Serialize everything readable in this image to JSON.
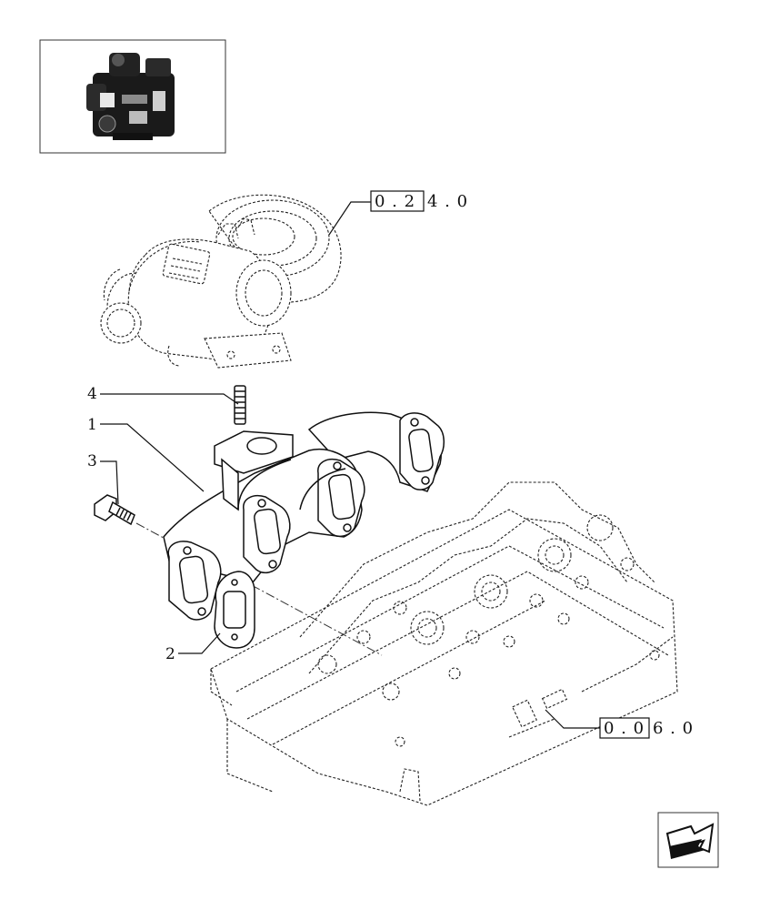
{
  "callouts": [
    {
      "id": "1",
      "text": "1"
    },
    {
      "id": "2",
      "text": "2"
    },
    {
      "id": "3",
      "text": "3"
    },
    {
      "id": "4",
      "text": "4"
    }
  ],
  "references": {
    "turbo": {
      "boxed": "0 . 2",
      "rest": "4 . 0"
    },
    "head": {
      "boxed": "0 . 0",
      "rest": "6 . 0"
    }
  },
  "thumbnail_icon": "engine-thumbnail-icon",
  "nav_icon": "next-page-arrow-icon"
}
